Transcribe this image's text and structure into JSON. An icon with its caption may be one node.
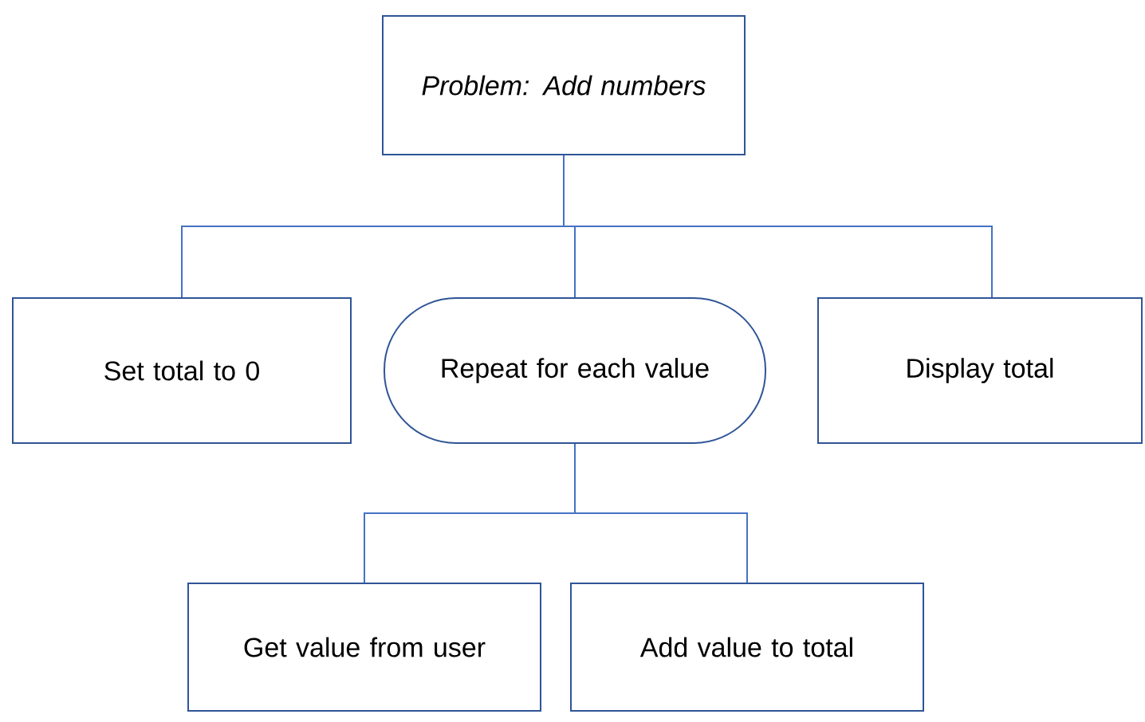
{
  "diagram": {
    "nodes": [
      {
        "text": [
          "Problem: Add numbers"
        ]
      },
      {
        "text": [
          "Set total to 0"
        ]
      },
      {
        "text": [
          "Repeat for each value"
        ]
      },
      {
        "text": [
          "Display total"
        ]
      },
      {
        "text": [
          "Get value from user"
        ]
      },
      {
        "text": [
          "Add value to total"
        ]
      }
    ],
    "edges": [
      {
        "from": 0,
        "to": 1,
        "arrow": "none"
      },
      {
        "from": 0,
        "to": 2,
        "arrow": "none"
      },
      {
        "from": 0,
        "to": 3,
        "arrow": "none"
      },
      {
        "from": 2,
        "to": 4,
        "arrow": "none"
      },
      {
        "from": 2,
        "to": 5,
        "arrow": "none"
      }
    ]
  }
}
